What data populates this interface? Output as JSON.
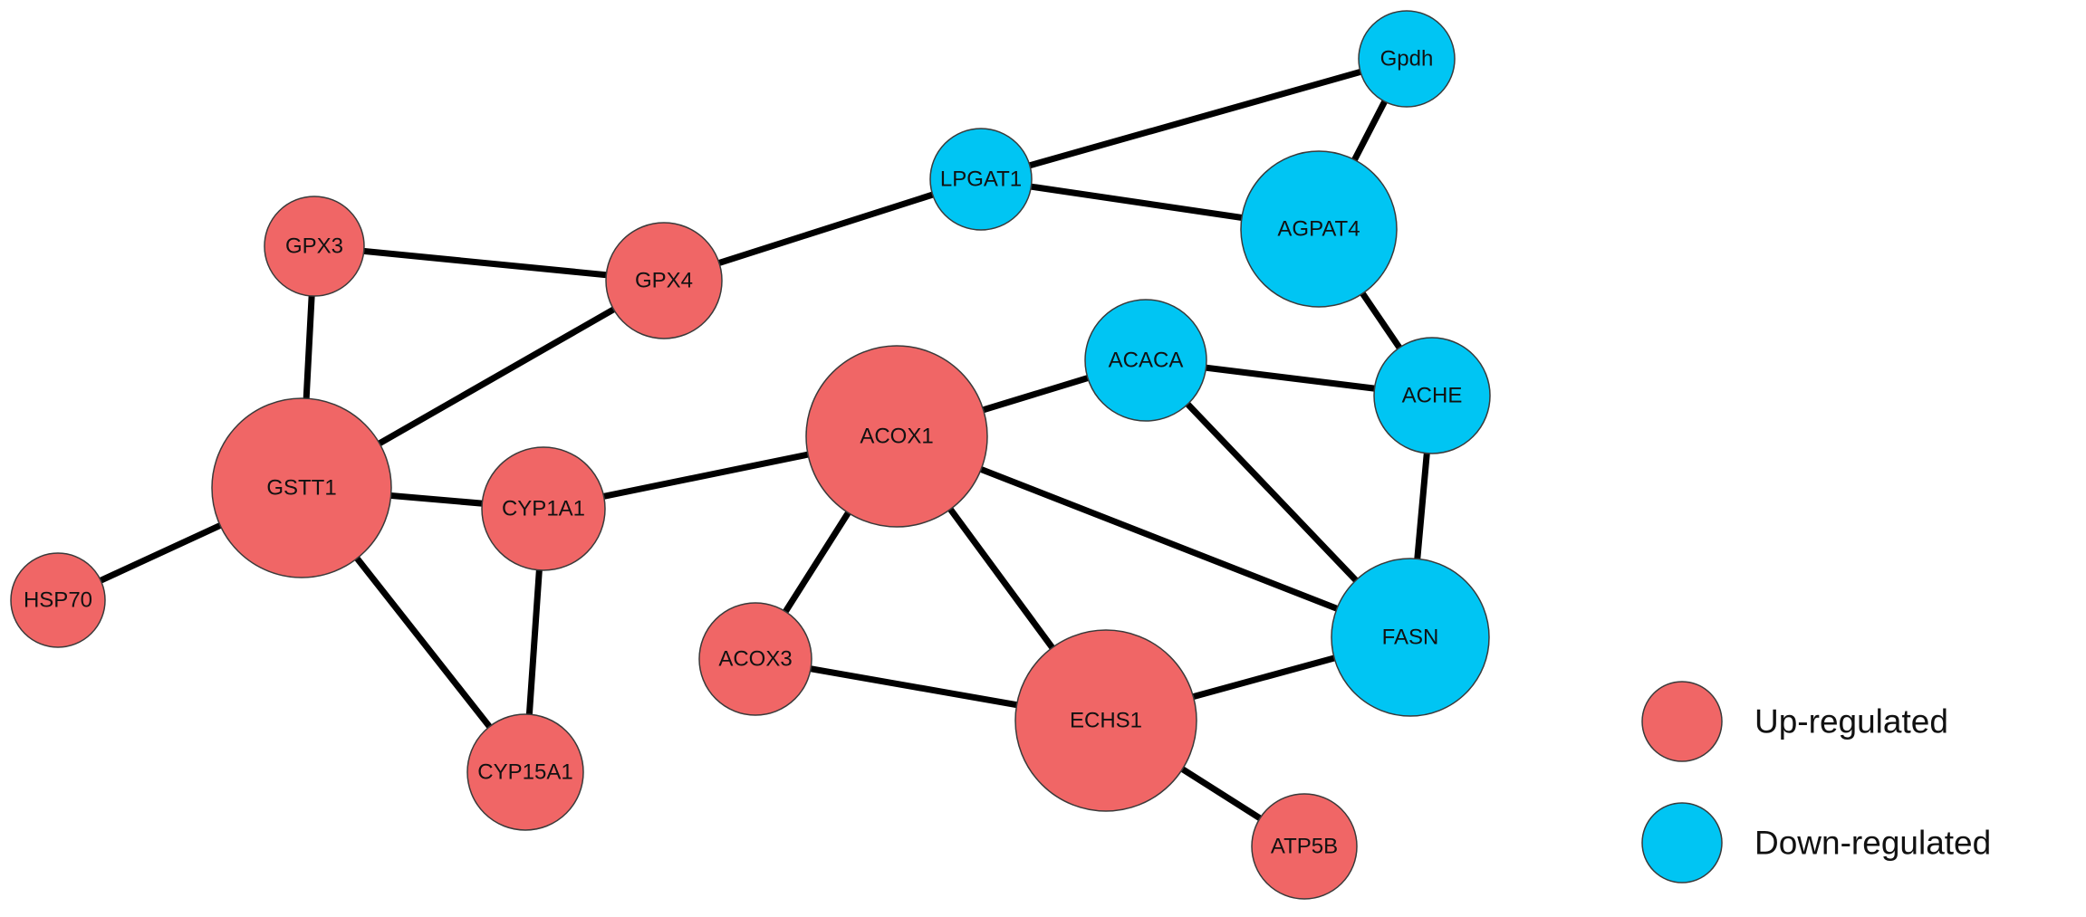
{
  "colors": {
    "up": "#F06666",
    "down": "#00C5F3"
  },
  "legend": {
    "up_label": "Up-regulated",
    "down_label": "Down-regulated"
  },
  "nodes": [
    {
      "id": "Gpdh",
      "label": "Gpdh",
      "group": "down"
    },
    {
      "id": "LPGAT1",
      "label": "LPGAT1",
      "group": "down"
    },
    {
      "id": "AGPAT4",
      "label": "AGPAT4",
      "group": "down"
    },
    {
      "id": "ACACA",
      "label": "ACACA",
      "group": "down"
    },
    {
      "id": "ACHE",
      "label": "ACHE",
      "group": "down"
    },
    {
      "id": "FASN",
      "label": "FASN",
      "group": "down"
    },
    {
      "id": "GPX3",
      "label": "GPX3",
      "group": "up"
    },
    {
      "id": "GPX4",
      "label": "GPX4",
      "group": "up"
    },
    {
      "id": "GSTT1",
      "label": "GSTT1",
      "group": "up"
    },
    {
      "id": "CYP1A1",
      "label": "CYP1A1",
      "group": "up"
    },
    {
      "id": "HSP70",
      "label": "HSP70",
      "group": "up"
    },
    {
      "id": "ACOX1",
      "label": "ACOX1",
      "group": "up"
    },
    {
      "id": "ACOX3",
      "label": "ACOX3",
      "group": "up"
    },
    {
      "id": "ECHS1",
      "label": "ECHS1",
      "group": "up"
    },
    {
      "id": "CYP15A1",
      "label": "CYP15A1",
      "group": "up"
    },
    {
      "id": "ATP5B",
      "label": "ATP5B",
      "group": "up"
    }
  ],
  "edges": [
    [
      "Gpdh",
      "LPGAT1"
    ],
    [
      "Gpdh",
      "AGPAT4"
    ],
    [
      "LPGAT1",
      "AGPAT4"
    ],
    [
      "LPGAT1",
      "GPX4"
    ],
    [
      "AGPAT4",
      "ACHE"
    ],
    [
      "GPX3",
      "GPX4"
    ],
    [
      "GPX3",
      "GSTT1"
    ],
    [
      "GPX4",
      "GSTT1"
    ],
    [
      "GSTT1",
      "HSP70"
    ],
    [
      "GSTT1",
      "CYP1A1"
    ],
    [
      "GSTT1",
      "CYP15A1"
    ],
    [
      "CYP1A1",
      "CYP15A1"
    ],
    [
      "CYP1A1",
      "ACOX1"
    ],
    [
      "ACOX1",
      "ACACA"
    ],
    [
      "ACOX1",
      "FASN"
    ],
    [
      "ACOX1",
      "ACOX3"
    ],
    [
      "ACOX1",
      "ECHS1"
    ],
    [
      "ACACA",
      "ACHE"
    ],
    [
      "ACACA",
      "FASN"
    ],
    [
      "ACHE",
      "FASN"
    ],
    [
      "FASN",
      "ECHS1"
    ],
    [
      "ACOX3",
      "ECHS1"
    ],
    [
      "ECHS1",
      "ATP5B"
    ]
  ]
}
